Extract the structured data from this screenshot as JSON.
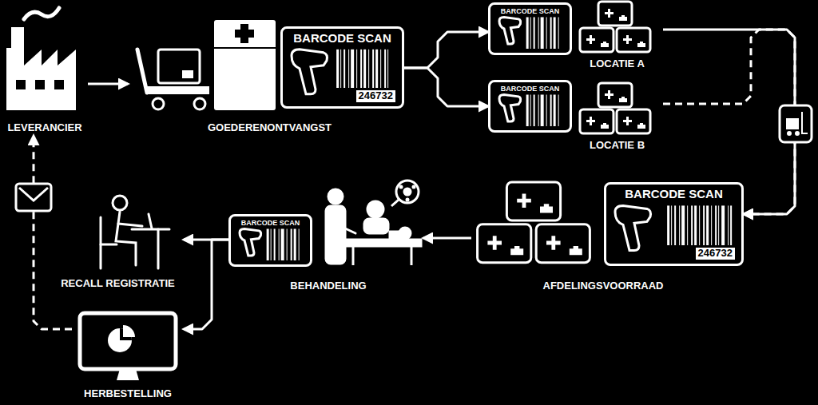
{
  "diagram": {
    "nodes": [
      {
        "text": [
          "LEVERANCIER"
        ]
      },
      {
        "text": [
          "GOEDERENONTVANGST"
        ]
      },
      {
        "text": [
          "BARCODE SCAN",
          "246732"
        ]
      },
      {
        "text": [
          "BARCODE SCAN"
        ]
      },
      {
        "text": [
          "LOCATIE A"
        ]
      },
      {
        "text": [
          "BARCODE SCAN"
        ]
      },
      {
        "text": [
          "LOCATIE B"
        ]
      },
      {
        "text": [
          "BARCODE SCAN",
          "246732"
        ]
      },
      {
        "text": [
          "AFDELINGSVOORRAAD"
        ]
      },
      {
        "text": [
          "BARCODE SCAN"
        ]
      },
      {
        "text": [
          "BEHANDELING"
        ]
      },
      {
        "text": [
          "RECALL REGISTRATIE"
        ]
      },
      {
        "text": [
          "HERBESTELLING"
        ]
      }
    ],
    "edges": [
      {
        "from": 0,
        "to": 1,
        "arrow": "to"
      },
      {
        "from": 2,
        "to": 3,
        "arrow": "to"
      },
      {
        "from": 2,
        "to": 5,
        "arrow": "to"
      },
      {
        "from": 4,
        "to": 7,
        "arrow": "to"
      },
      {
        "from": 6,
        "to": 7,
        "arrow": "to"
      },
      {
        "from": 8,
        "to": 10,
        "arrow": "to"
      },
      {
        "from": 9,
        "to": 11,
        "arrow": "to"
      },
      {
        "from": 9,
        "to": 12,
        "arrow": "to"
      },
      {
        "from": 12,
        "to": 0,
        "arrow": "to"
      }
    ]
  }
}
